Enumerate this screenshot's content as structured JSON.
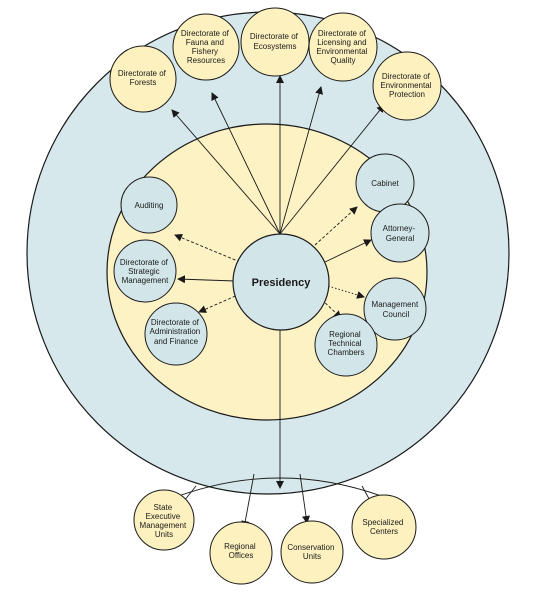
{
  "center": {
    "label": "Presidency"
  },
  "outer_directorates": [
    {
      "id": "forests",
      "lines": [
        "Directorate of",
        "Forests"
      ]
    },
    {
      "id": "fauna",
      "lines": [
        "Directorate of",
        "Fauna and",
        "Fishery",
        "Resources"
      ]
    },
    {
      "id": "ecosystems",
      "lines": [
        "Directorate of",
        "Ecosystems"
      ]
    },
    {
      "id": "licensing",
      "lines": [
        "Directorate of",
        "Licensing and",
        "Environmental",
        "Quality"
      ]
    },
    {
      "id": "protection",
      "lines": [
        "Directorate of",
        "Environmental",
        "Protection"
      ]
    }
  ],
  "inner_units": [
    {
      "id": "auditing",
      "lines": [
        "Auditing"
      ]
    },
    {
      "id": "strategic",
      "lines": [
        "Directorate of",
        "Strategic",
        "Management"
      ]
    },
    {
      "id": "admin",
      "lines": [
        "Directorate of",
        "Administration",
        "and Finance"
      ]
    },
    {
      "id": "cabinet",
      "lines": [
        "Cabinet"
      ]
    },
    {
      "id": "attorney",
      "lines": [
        "Attorney-",
        "General"
      ]
    },
    {
      "id": "council",
      "lines": [
        "Management",
        "Council"
      ]
    },
    {
      "id": "chambers",
      "lines": [
        "Regional",
        "Technical",
        "Chambers"
      ]
    }
  ],
  "field_units": [
    {
      "id": "state",
      "lines": [
        "State",
        "Executive",
        "Management",
        "Units"
      ]
    },
    {
      "id": "regional",
      "lines": [
        "Regional",
        "Offices"
      ]
    },
    {
      "id": "conservation",
      "lines": [
        "Conservation",
        "Units"
      ]
    },
    {
      "id": "specialized",
      "lines": [
        "Specialized",
        "Centers"
      ]
    }
  ],
  "colors": {
    "outer_ring": "#d6e8ec",
    "inner_ring": "#fdf2c4",
    "node_blue": "#d2e6ea",
    "node_yellow": "#fdf1bf",
    "stroke": "#1a1a1a"
  }
}
